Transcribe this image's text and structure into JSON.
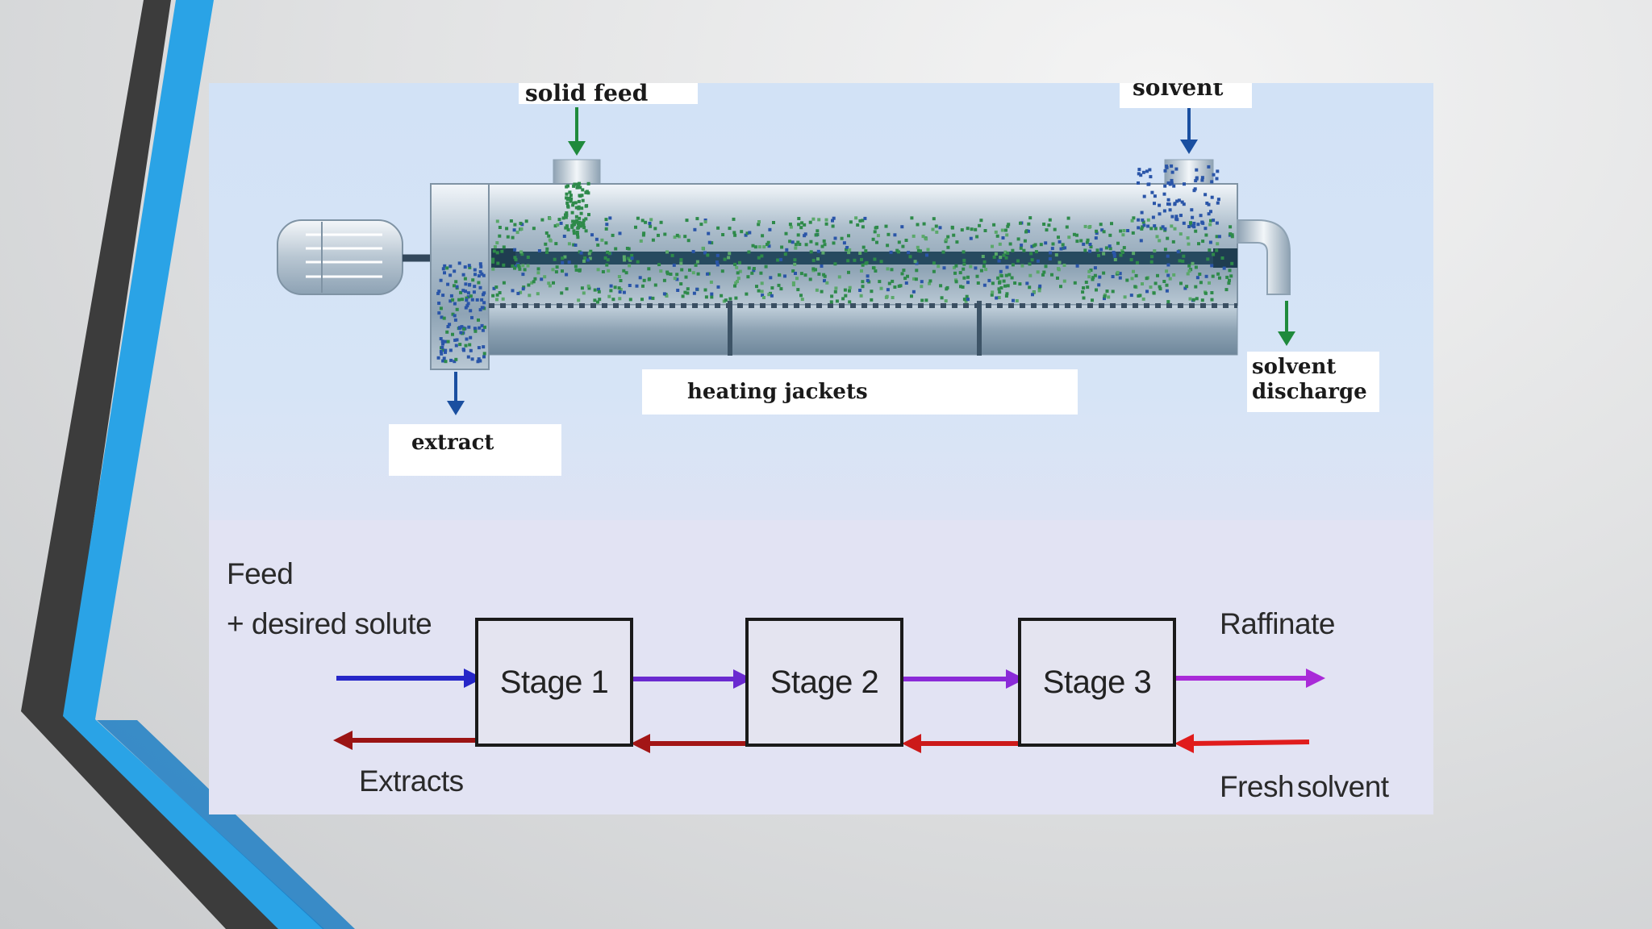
{
  "extractor": {
    "labels": {
      "solid_feed": "solid feed",
      "solvent": "solvent",
      "heating_jackets": "heating jackets",
      "extract": "extract",
      "solvent_discharge_1": "solvent",
      "solvent_discharge_2": "discharge"
    }
  },
  "cascade": {
    "feed_line1": "Feed",
    "feed_line2": "+ desired solute",
    "extracts": "Extracts",
    "raffinate": "Raffinate",
    "fresh_solvent": "Fresh solvent",
    "stages": [
      "Stage 1",
      "Stage 2",
      "Stage 3"
    ]
  },
  "colors": {
    "accent_blue": "#2a9fe0",
    "accent_dark": "#3a3a3a",
    "arrow_green": "#1f8a3c",
    "arrow_blue": "#1a4fa0",
    "flow_blue": "#2626c8",
    "flow_purple": "#6a2ad0",
    "flow_violet": "#a92ad8",
    "flow_darkred": "#9b1414",
    "flow_red": "#e01c1c"
  }
}
